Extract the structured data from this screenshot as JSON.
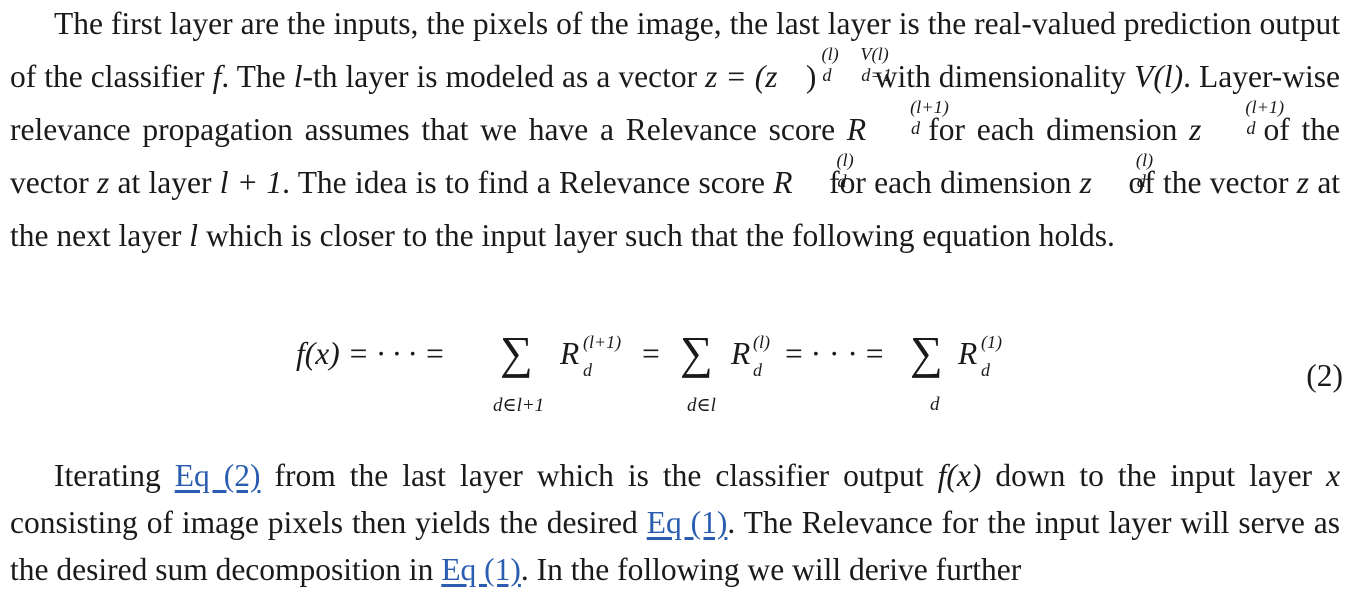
{
  "paragraph1": {
    "s1": "The first layer are the inputs, the pixels of the image, the last layer is the real-valued prediction output of the classifier",
    "f": "f",
    "s2": ". The",
    "l": "l",
    "s3": "-th layer is modeled as a vector",
    "z_eq": "z = (z",
    "z_sup": "(l)",
    "z_sub": "d",
    "vec_close": ")",
    "vec_sup": "V(l)",
    "vec_sub": "d=1",
    "s4": "with dimensionality",
    "Vl": "V(l)",
    "s5": ". Layer-wise relevance propagation assumes that we have a Relevance score",
    "R1": "R",
    "R1_sup": "(l+1)",
    "R1_sub": "d",
    "s6": "for each dimension",
    "z2": "z",
    "z2_sup": "(l+1)",
    "z2_sub": "d",
    "s7": "of the vector",
    "z3": "z",
    "s8": "at layer",
    "lp1": "l + 1",
    "s9": ". The idea is to find a Relevance score",
    "R2": "R",
    "R2_sup": "(l)",
    "R2_sub": "d",
    "s10": "for each dimension",
    "z4": "z",
    "z4_sup": "(l)",
    "z4_sub": "d",
    "s11": "of the vector",
    "z5": "z",
    "s12": "at the next layer",
    "l2": "l",
    "s13": "which is closer to the input layer such that the following equation holds."
  },
  "equation": {
    "lhs": "f(x) = · · · =",
    "sum1_under": "d∈l+1",
    "R_a_sup": "(l+1)",
    "R_sub": "d",
    "eq1": "=",
    "sum2_under": "d∈l",
    "R_b_sup": "(l)",
    "eq2": "= · · · =",
    "sum3_under": "d",
    "R_c_sup": "(1)",
    "R": "R",
    "sigma": "∑",
    "number": "(2)"
  },
  "paragraph2": {
    "s1": "Iterating",
    "link1": "Eq (2)",
    "s2": "from the last layer which is the classifier output",
    "fx": "f(x)",
    "s3": "down to the input layer",
    "x": "x",
    "s4": "consisting of image pixels then yields the desired",
    "link2": "Eq (1)",
    "s5": ". The Relevance for the input layer will serve as the desired sum decomposition in",
    "link3": "Eq (1)",
    "s6": ". In the following we will derive further"
  }
}
